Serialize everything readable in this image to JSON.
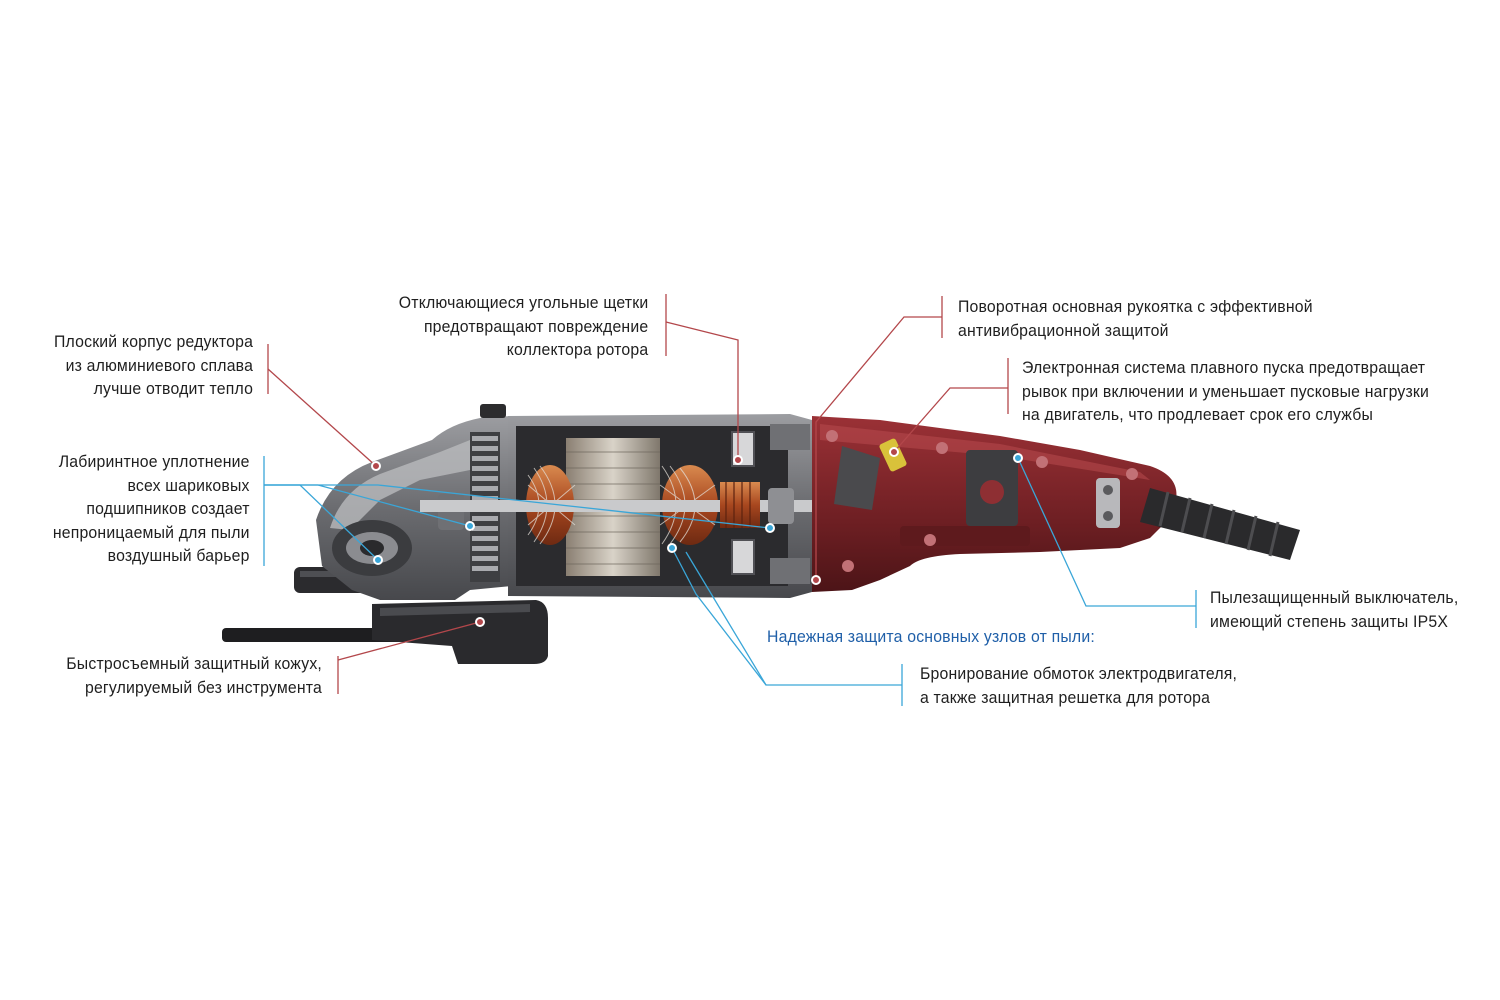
{
  "labels": {
    "gearbox_housing": {
      "lines": [
        "Плоский корпус редуктора",
        "из алюминиевого сплава",
        "лучше отводит тепло"
      ]
    },
    "labyrinth_seal": {
      "lines": [
        "Лабиринтное уплотнение",
        "всех шариковых",
        "подшипников создает",
        "непроницаемый для пыли",
        "воздушный барьер"
      ]
    },
    "guard": {
      "lines": [
        "Быстросъемный защитный кожух,",
        "регулируемый без инструмента"
      ]
    },
    "carbon_brushes": {
      "lines": [
        "Отключающиеся угольные щетки",
        "предотвращают повреждение",
        "коллектора ротора"
      ]
    },
    "main_handle": {
      "lines": [
        "Поворотная основная рукоятка с эффективной",
        "антивибрационной защитой"
      ]
    },
    "soft_start": {
      "lines": [
        "Электронная система плавного пуска предотвращает",
        "рывок при включении и уменьшает пусковые нагрузки",
        "на двигатель, что продлевает срок его службы"
      ]
    },
    "dust_switch": {
      "lines": [
        "Пылезащищенный выключатель,",
        "имеющий степень защиты IP5X"
      ]
    },
    "dust_protection_heading": "Надежная защита основных узлов от пыли:",
    "winding_armor": {
      "lines": [
        "Бронирование обмоток электродвигателя,",
        "а также защитная решетка для ротора"
      ]
    }
  },
  "colors": {
    "leader_red": "#b3474b",
    "leader_blue": "#3aa6d8",
    "heading_blue": "#1f5fa8",
    "housing_red": "#7a2326",
    "housing_gray": "#6d6e72",
    "copper": "#b4532a"
  }
}
